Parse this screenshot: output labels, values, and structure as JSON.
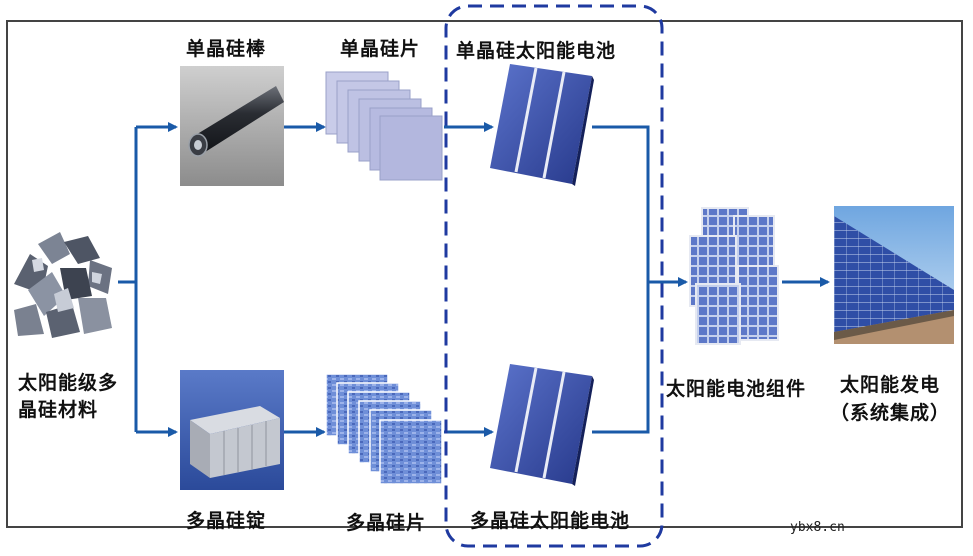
{
  "labels": {
    "raw_material_line1": "太阳能级多",
    "raw_material_line2": "晶硅材料",
    "mono_rod": "单晶硅棒",
    "mono_wafer": "单晶硅片",
    "mono_cell": "单晶硅太阳能电池",
    "poly_ingot": "多晶硅锭",
    "poly_wafer": "多晶硅片",
    "poly_cell": "多晶硅太阳能电池",
    "module": "太阳能电池组件",
    "power_line1": "太阳能发电",
    "power_line2": "（系统集成）"
  },
  "watermark": "ybx8.cn",
  "colors": {
    "arrow": "#1a5aa8",
    "dashed_box": "#1f3aa0",
    "cell_blue": "#3c55b4",
    "wafer_mono": "#b9bde3",
    "wafer_poly": "#6f8fd8"
  },
  "icons": {
    "raw_material": "silicon-chunks-image",
    "mono_rod": "silicon-rod-image",
    "mono_wafer": "wafer-stack-image",
    "mono_cell": "solar-cell-image",
    "poly_ingot": "silicon-ingot-image",
    "poly_wafer": "poly-wafer-stack-image",
    "poly_cell": "solar-cell-image",
    "module": "solar-module-stack-image",
    "power": "solar-farm-image"
  }
}
